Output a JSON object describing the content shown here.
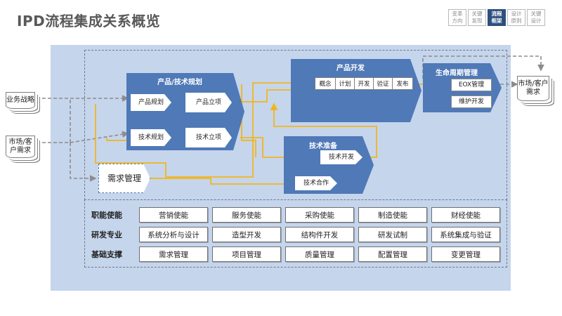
{
  "title": "IPD流程集成关系概览",
  "nav": [
    {
      "label": "变革方向",
      "active": false
    },
    {
      "label": "关键发现",
      "active": false
    },
    {
      "label": "流程框架",
      "active": true
    },
    {
      "label": "设计原则",
      "active": false
    },
    {
      "label": "关键设计",
      "active": false
    }
  ],
  "inputs": {
    "business_strategy": "业务战略",
    "market_customer_left": "市场/客户需求",
    "market_customer_right": "市场/客户需求"
  },
  "product_tech_planning": {
    "title": "产品/技术规划",
    "product_planning": "产品规划",
    "product_initiation": "产品立项",
    "tech_planning": "技术规划",
    "tech_initiation": "技术立项"
  },
  "requirement_mgmt": "需求管理",
  "product_development": {
    "title": "产品开发",
    "phases": [
      "概念",
      "计划",
      "开发",
      "验证",
      "发布"
    ]
  },
  "tech_preparation": {
    "title": "技术准备",
    "tech_development": "技术开发",
    "tech_cooperation": "技术合作"
  },
  "lifecycle_mgmt": {
    "title": "生命周期管理",
    "eox": "EOX管理",
    "maintenance": "维护开发"
  },
  "support_rows": [
    {
      "label": "职能使能",
      "items": [
        "营销使能",
        "服务使能",
        "采购使能",
        "制造使能",
        "财经使能"
      ]
    },
    {
      "label": "研发专业",
      "items": [
        "系统分析与设计",
        "造型开发",
        "结构件开发",
        "研发试制",
        "系统集成与验证"
      ]
    },
    {
      "label": "基础支撑",
      "items": [
        "需求管理",
        "项目管理",
        "质量管理",
        "配置管理",
        "变更管理"
      ]
    }
  ],
  "colors": {
    "panel": "#c5d5ec",
    "block_blue": "#4f79b7",
    "flow_yellow": "#f2b51d",
    "flow_gray": "#8c8c8c",
    "nav_active": "#2e4f7e"
  }
}
